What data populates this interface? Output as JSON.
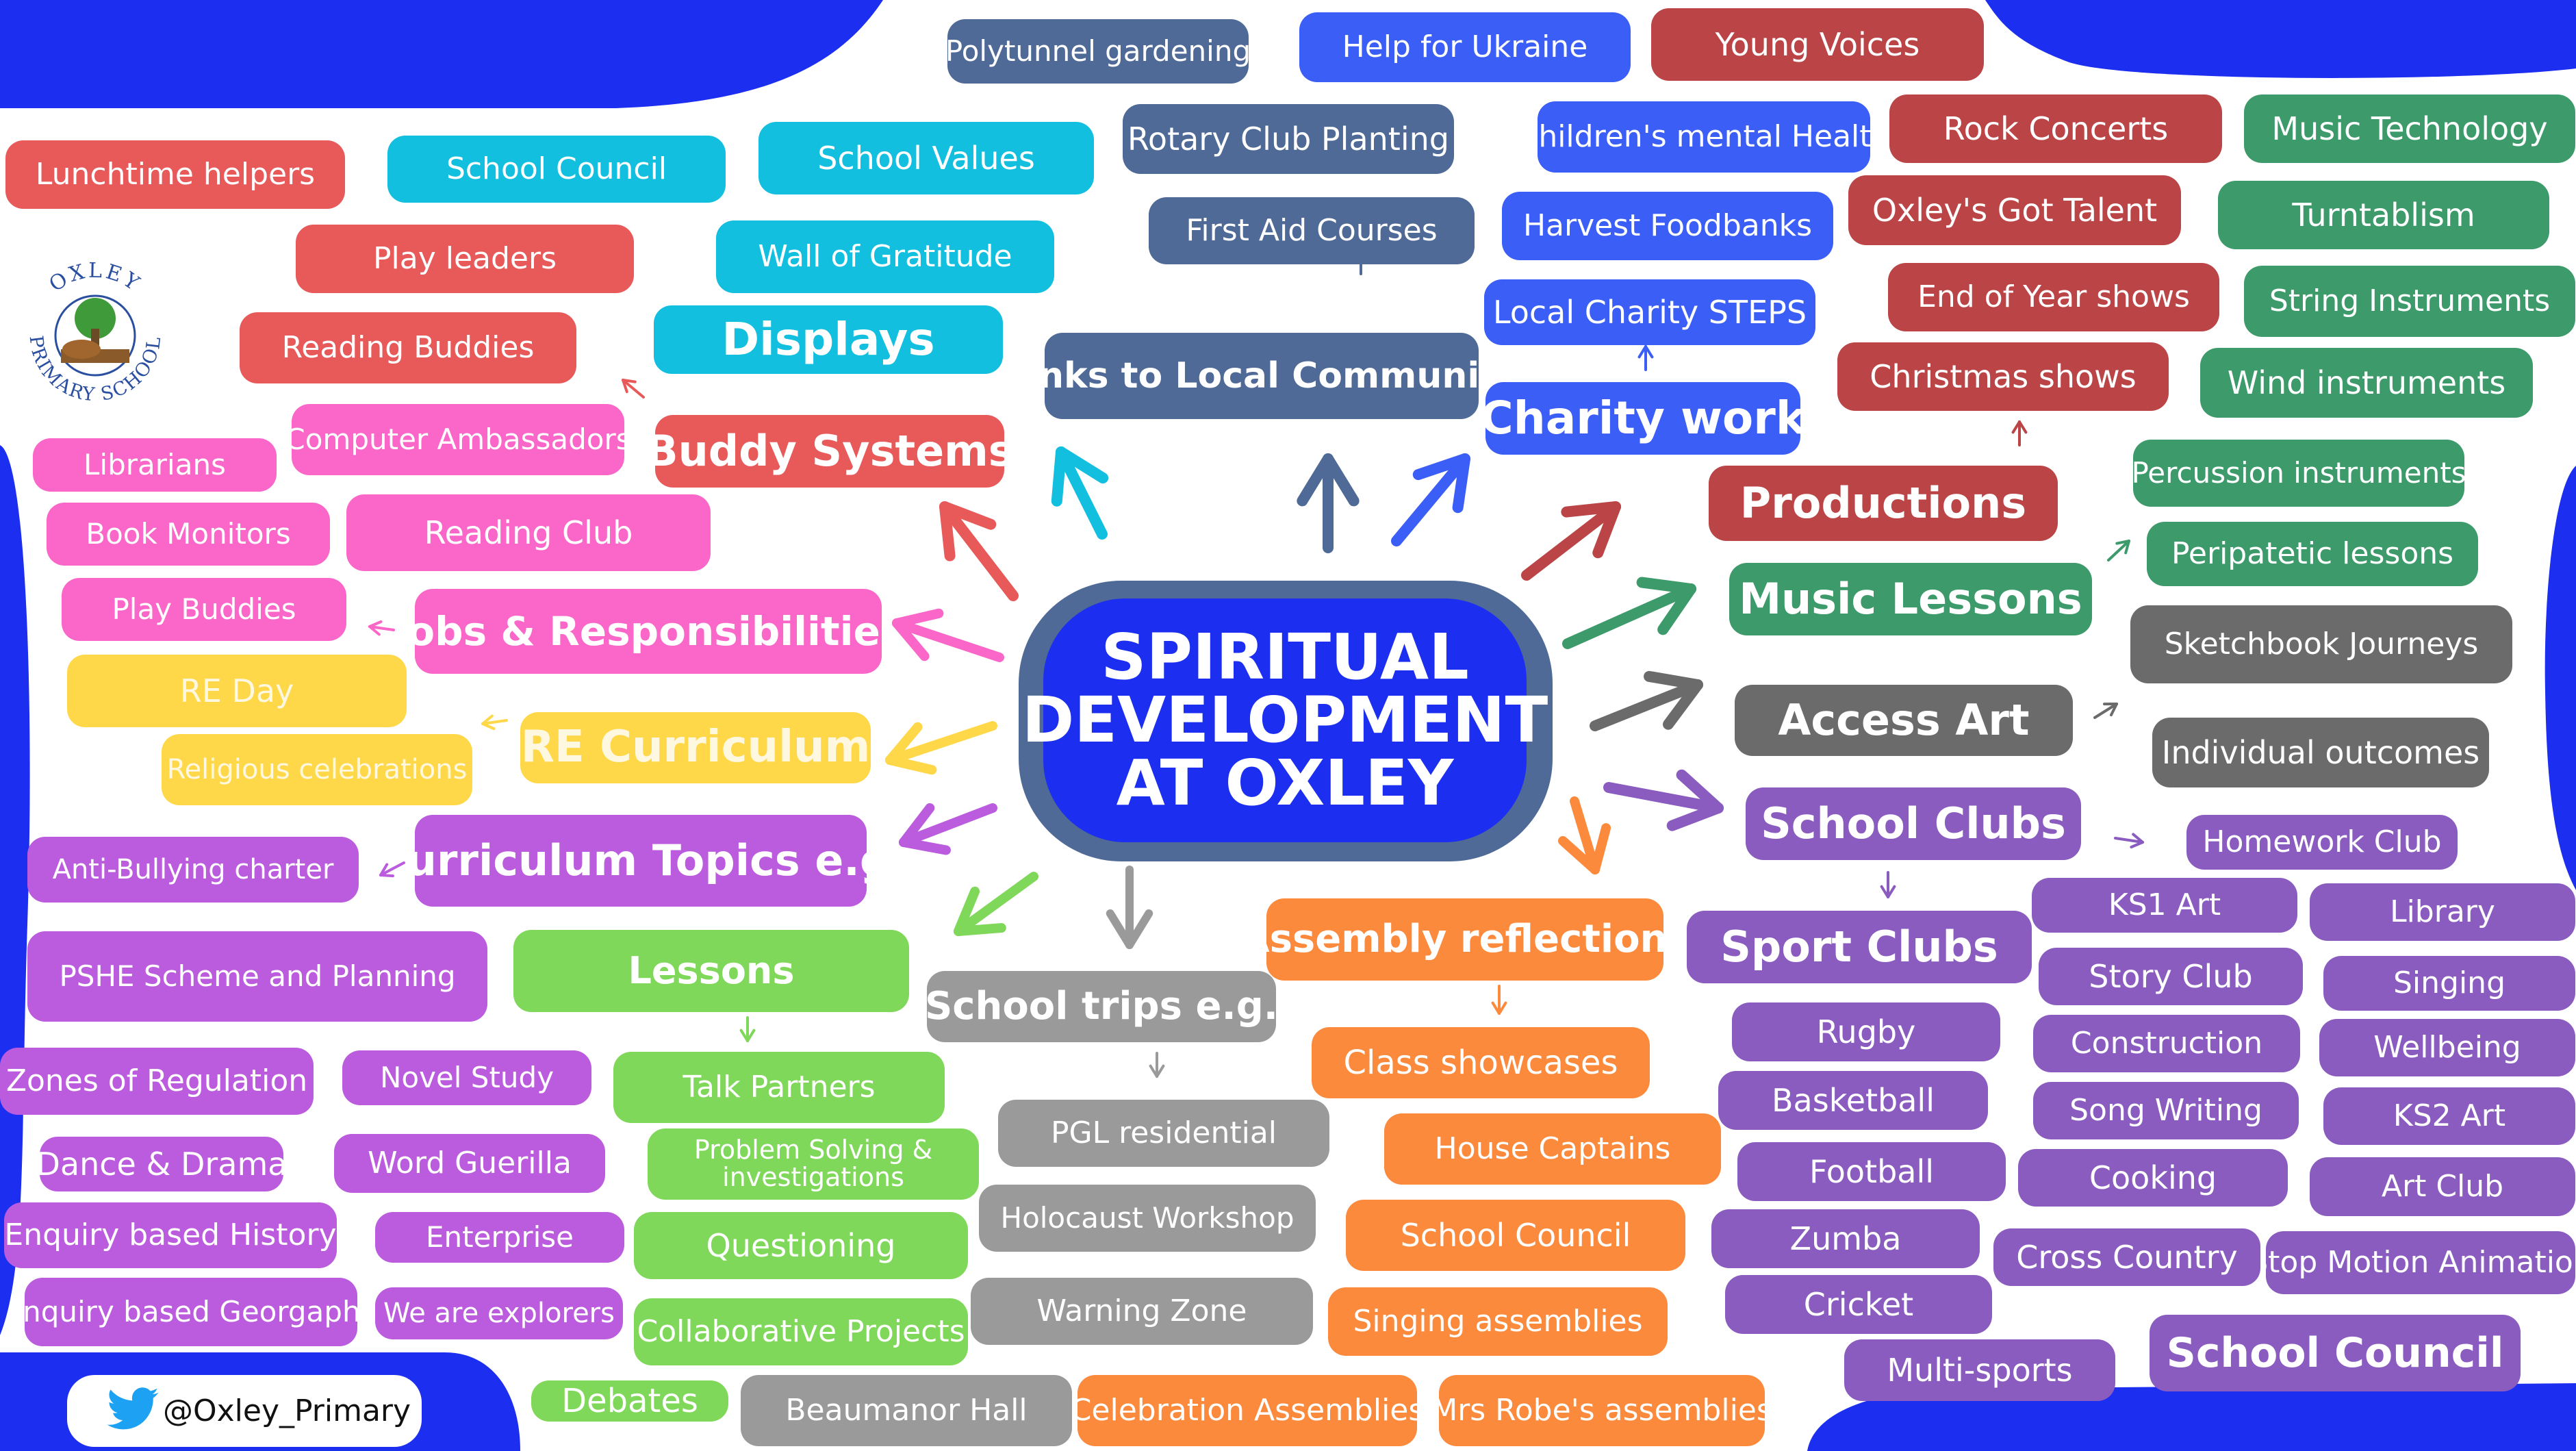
{
  "center": {
    "title": "SPIRITUAL DEVELOPMENT AT OXLEY"
  },
  "logo": {
    "top_text": "OXLEY",
    "bottom_text": "PRIMARY SCHOOL"
  },
  "twitter": {
    "handle": "@Oxley_Primary",
    "icon": "twitter-bird-icon"
  },
  "colors": {
    "red": "#e85a5a",
    "cyan": "#12bfdf",
    "pink": "#fa67c8",
    "yellow": "#ffd84a",
    "purple": "#bb5bdd",
    "lightgreen": "#7fd85a",
    "grey": "#9a9a9a",
    "orange": "#fb8a3d",
    "slate": "#4f6a97",
    "royal": "#3a5ef6",
    "maroon": "#bb4546",
    "green": "#3d9a6a",
    "darkgrey": "#6b6b6b",
    "violet": "#8a5cc0",
    "navy": "#1c2ff0"
  },
  "hubs": [
    {
      "label": "Buddy Systems"
    },
    {
      "label": "Displays"
    },
    {
      "label": "Jobs & Responsibilities"
    },
    {
      "label": "RE Curriculum"
    },
    {
      "label": "Curriculum Topics e.g."
    },
    {
      "label": "Lessons"
    },
    {
      "label": "School trips e.g."
    },
    {
      "label": "Assembly reflections"
    },
    {
      "label": "Links to Local Community"
    },
    {
      "label": "Charity work"
    },
    {
      "label": "Productions"
    },
    {
      "label": "Music Lessons"
    },
    {
      "label": "Access Art"
    },
    {
      "label": "School Clubs"
    },
    {
      "label": "Sport Clubs"
    },
    {
      "label": "School Council"
    }
  ],
  "items": [
    "Lunchtime helpers",
    "School Council",
    "School Values",
    "Play leaders",
    "Wall of Gratitude",
    "Reading Buddies",
    "Computer Ambassadors",
    "Librarians",
    "Book Monitors",
    "Reading Club",
    "Play Buddies",
    "RE Day",
    "Religious celebrations",
    "Anti-Bullying charter",
    "PSHE Scheme and Planning",
    "Zones of Regulation",
    "Novel Study",
    "Dance & Drama",
    "Word Guerilla",
    "Enquiry based History",
    "Enterprise",
    "Enquiry based Georgaphy",
    "We are explorers",
    "Talk Partners",
    "Problem Solving & investigations",
    "Questioning",
    "Collaborative Projects",
    "Debates",
    "PGL residential",
    "Holocaust Workshop",
    "Warning Zone",
    "Beaumanor Hall",
    "Class showcases",
    "House Captains",
    "School Council",
    "Singing assemblies",
    "Celebration Assemblies",
    "Mrs Robe's assemblies",
    "Polytunnel gardening",
    "Rotary Club Planting",
    "First Aid Courses",
    "Help for Ukraine",
    "Children's mental Health",
    "Harvest Foodbanks",
    "Local Charity STEPS",
    "Young Voices",
    "Rock Concerts",
    "Oxley's Got Talent",
    "End of Year shows",
    "Christmas shows",
    "Music Technology",
    "Turntablism",
    "String Instruments",
    "Wind instruments",
    "Percussion instruments",
    "Peripatetic lessons",
    "Sketchbook Journeys",
    "Individual outcomes",
    "Homework Club",
    "KS1 Art",
    "Library",
    "Story Club",
    "Singing",
    "Construction",
    "Wellbeing",
    "Song Writing",
    "KS2 Art",
    "Cooking",
    "Art Club",
    "Cross Country",
    "Stop Motion Animation",
    "Rugby",
    "Basketball",
    "Football",
    "Zumba",
    "Cricket",
    "Multi-sports"
  ]
}
